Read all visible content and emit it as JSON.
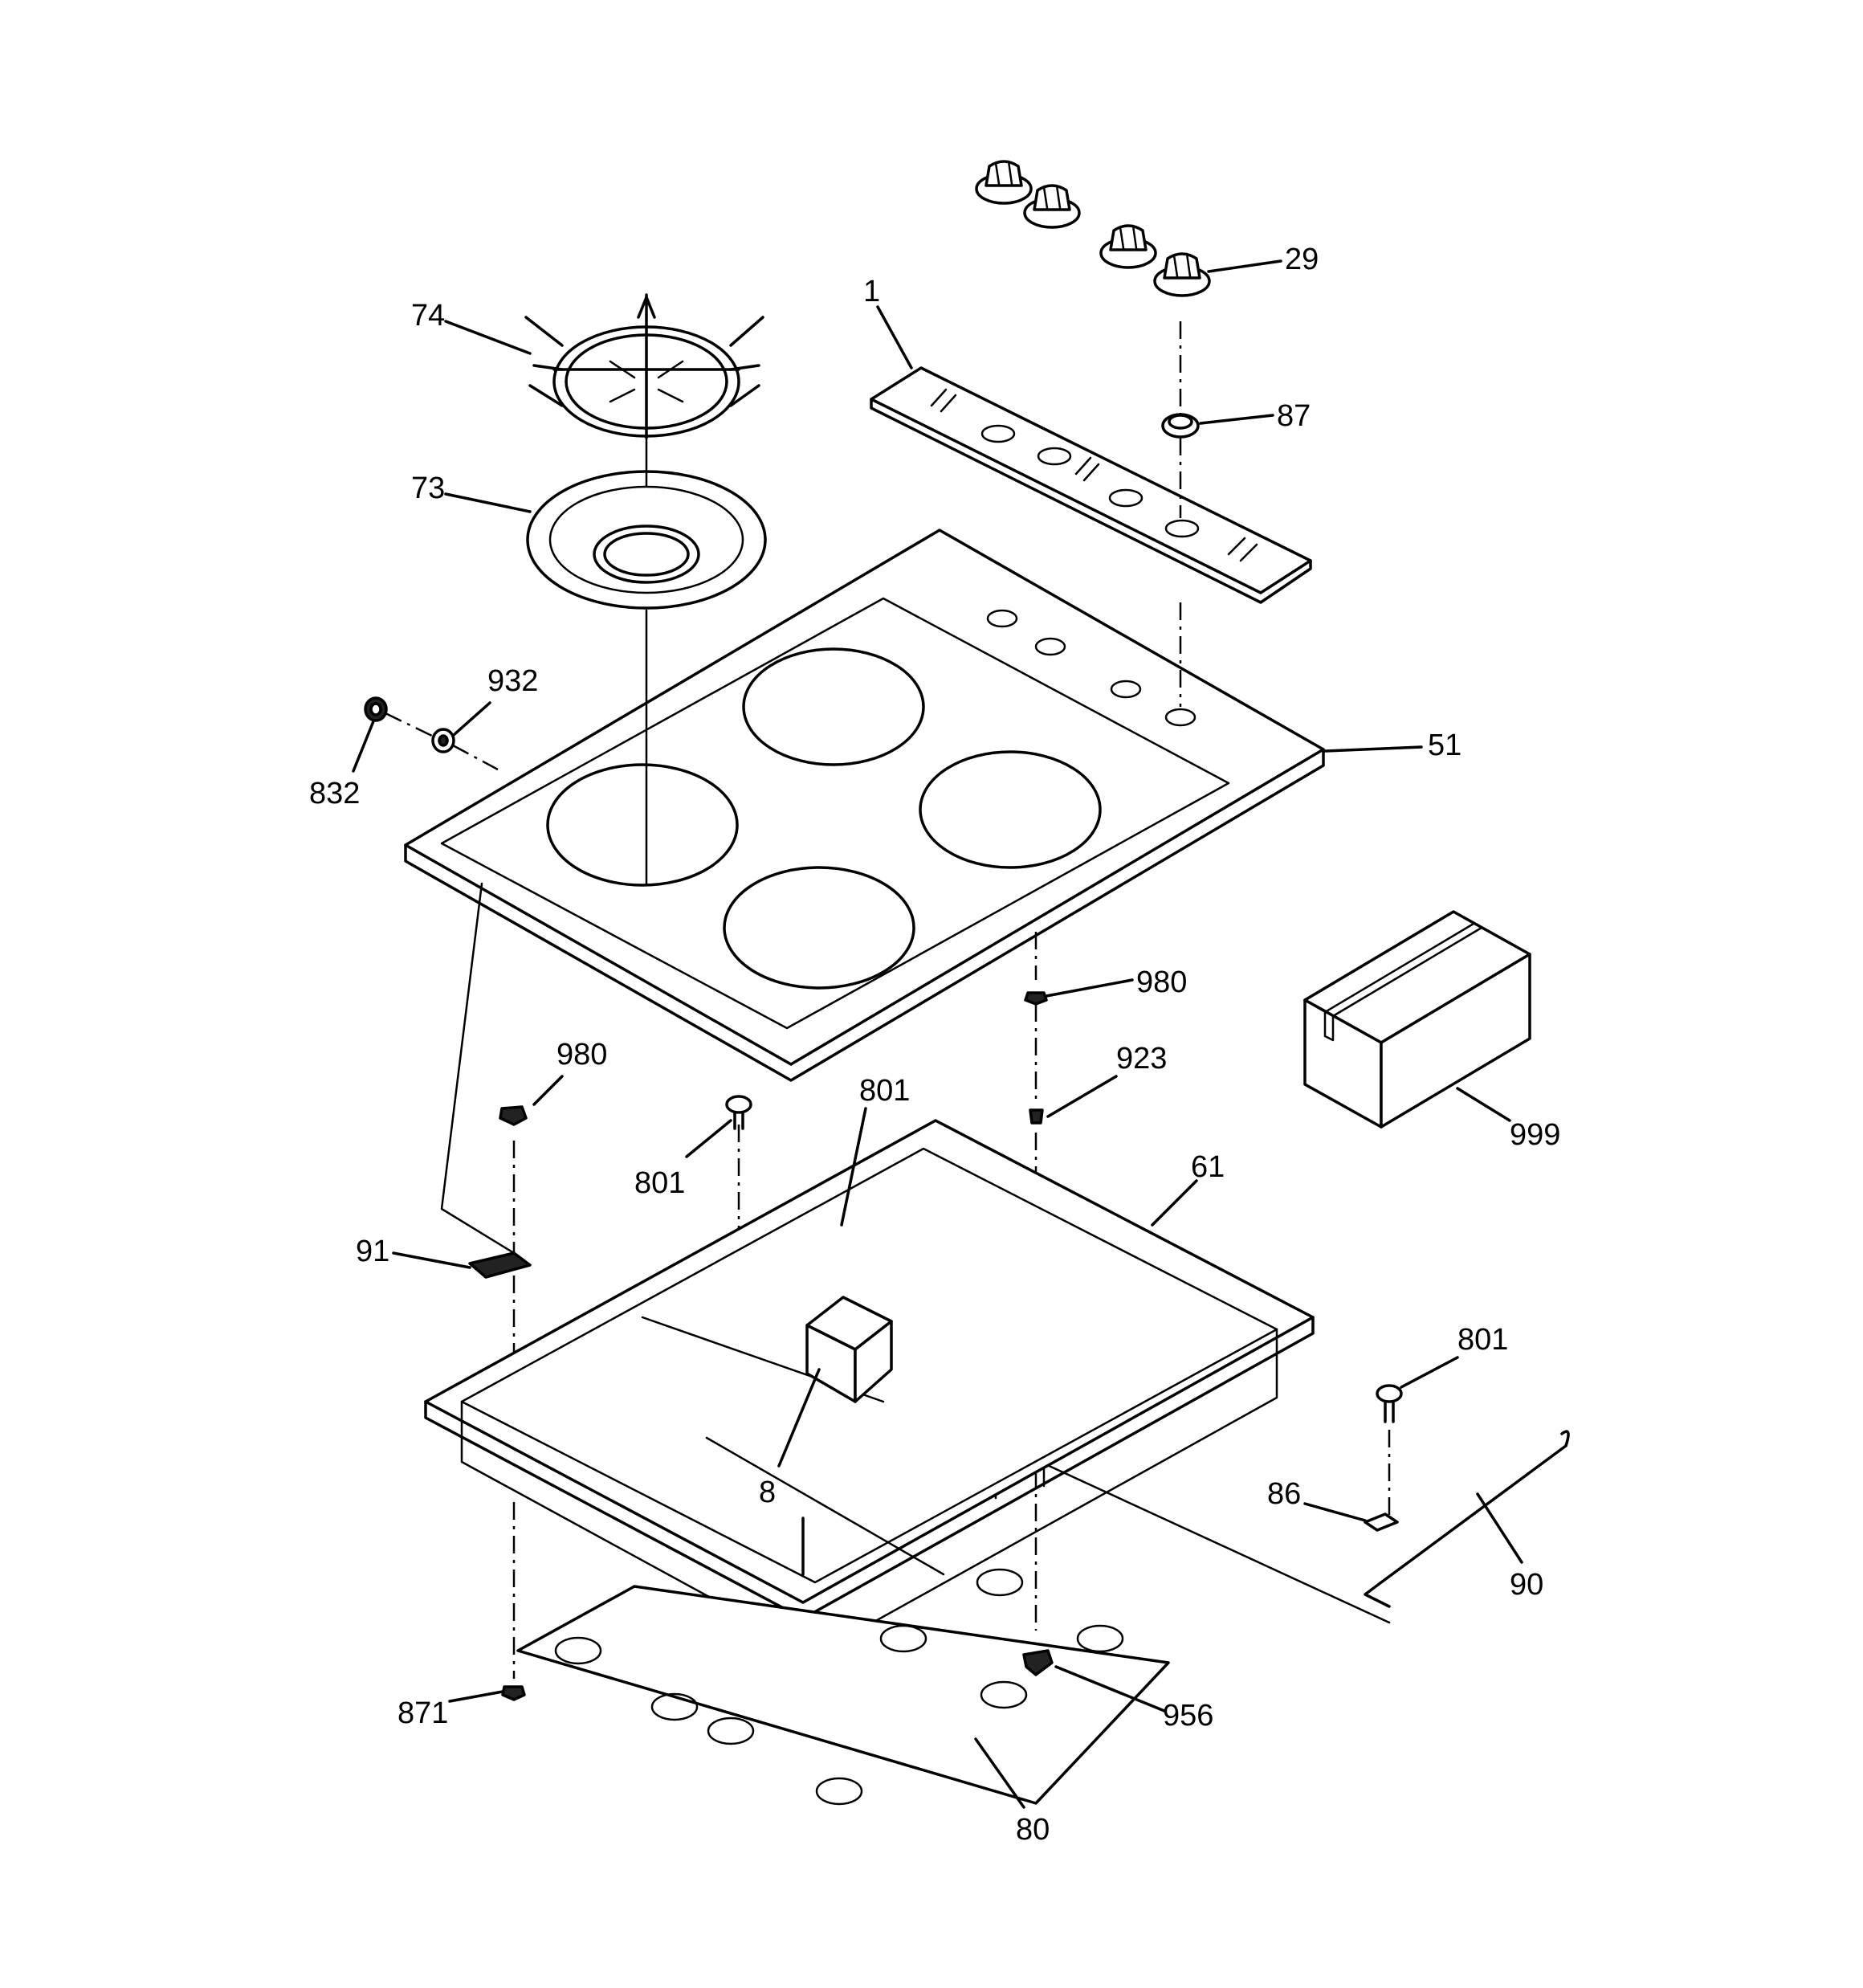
{
  "callouts": [
    {
      "id": "29",
      "label": "29"
    },
    {
      "id": "1",
      "label": "1"
    },
    {
      "id": "74",
      "label": "74"
    },
    {
      "id": "87",
      "label": "87"
    },
    {
      "id": "73",
      "label": "73"
    },
    {
      "id": "932",
      "label": "932"
    },
    {
      "id": "51",
      "label": "51"
    },
    {
      "id": "832",
      "label": "832"
    },
    {
      "id": "980a",
      "label": "980"
    },
    {
      "id": "999",
      "label": "999"
    },
    {
      "id": "980b",
      "label": "980"
    },
    {
      "id": "923",
      "label": "923"
    },
    {
      "id": "801a",
      "label": "801"
    },
    {
      "id": "801b",
      "label": "801"
    },
    {
      "id": "61",
      "label": "61"
    },
    {
      "id": "91",
      "label": "91"
    },
    {
      "id": "801c",
      "label": "801"
    },
    {
      "id": "86",
      "label": "86"
    },
    {
      "id": "8",
      "label": "8"
    },
    {
      "id": "90",
      "label": "90"
    },
    {
      "id": "871",
      "label": "871"
    },
    {
      "id": "956",
      "label": "956"
    },
    {
      "id": "80",
      "label": "80"
    }
  ]
}
